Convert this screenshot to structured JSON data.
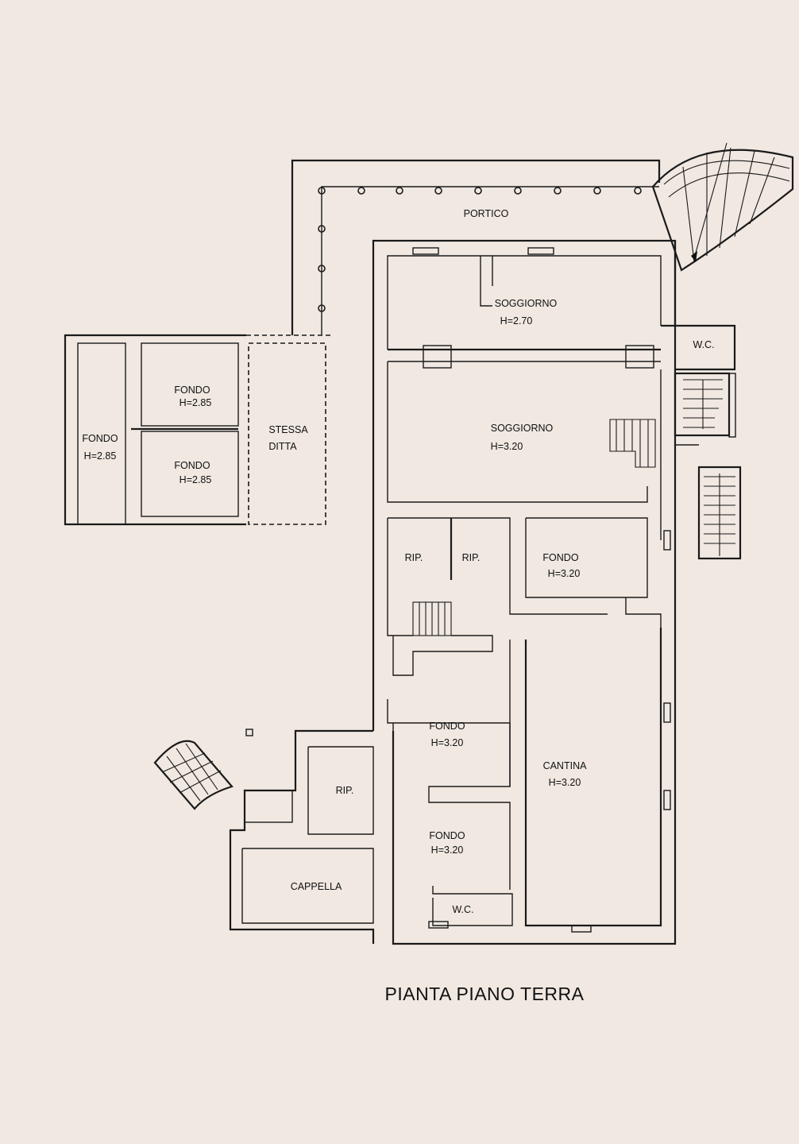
{
  "title": "PIANTA PIANO TERRA",
  "rooms": {
    "portico": {
      "name": "PORTICO"
    },
    "soggiorno_upper": {
      "name": "SOGGIORNO",
      "height": "H=2.70"
    },
    "wc_upper": {
      "name": "W.C."
    },
    "soggiorno_main": {
      "name": "SOGGIORNO",
      "height": "H=3.20"
    },
    "rip_a": {
      "name": "RIP."
    },
    "rip_b": {
      "name": "RIP."
    },
    "fondo_east": {
      "name": "FONDO",
      "height": "H=3.20"
    },
    "fondo_center_top": {
      "name": "FONDO",
      "height": "H=3.20"
    },
    "cantina": {
      "name": "CANTINA",
      "height": "H=3.20"
    },
    "fondo_center_bottom": {
      "name": "FONDO",
      "height": "H=3.20"
    },
    "wc_lower": {
      "name": "W.C."
    },
    "rip_c": {
      "name": "RIP."
    },
    "cappella": {
      "name": "CAPPELLA"
    },
    "fondo_west_long": {
      "name": "FONDO",
      "height": "H=2.85"
    },
    "fondo_west_top": {
      "name": "FONDO",
      "height": "H=2.85"
    },
    "fondo_west_bottom": {
      "name": "FONDO",
      "height": "H=2.85"
    },
    "stessa_ditta": {
      "line1": "STESSA",
      "line2": "DITTA"
    }
  }
}
